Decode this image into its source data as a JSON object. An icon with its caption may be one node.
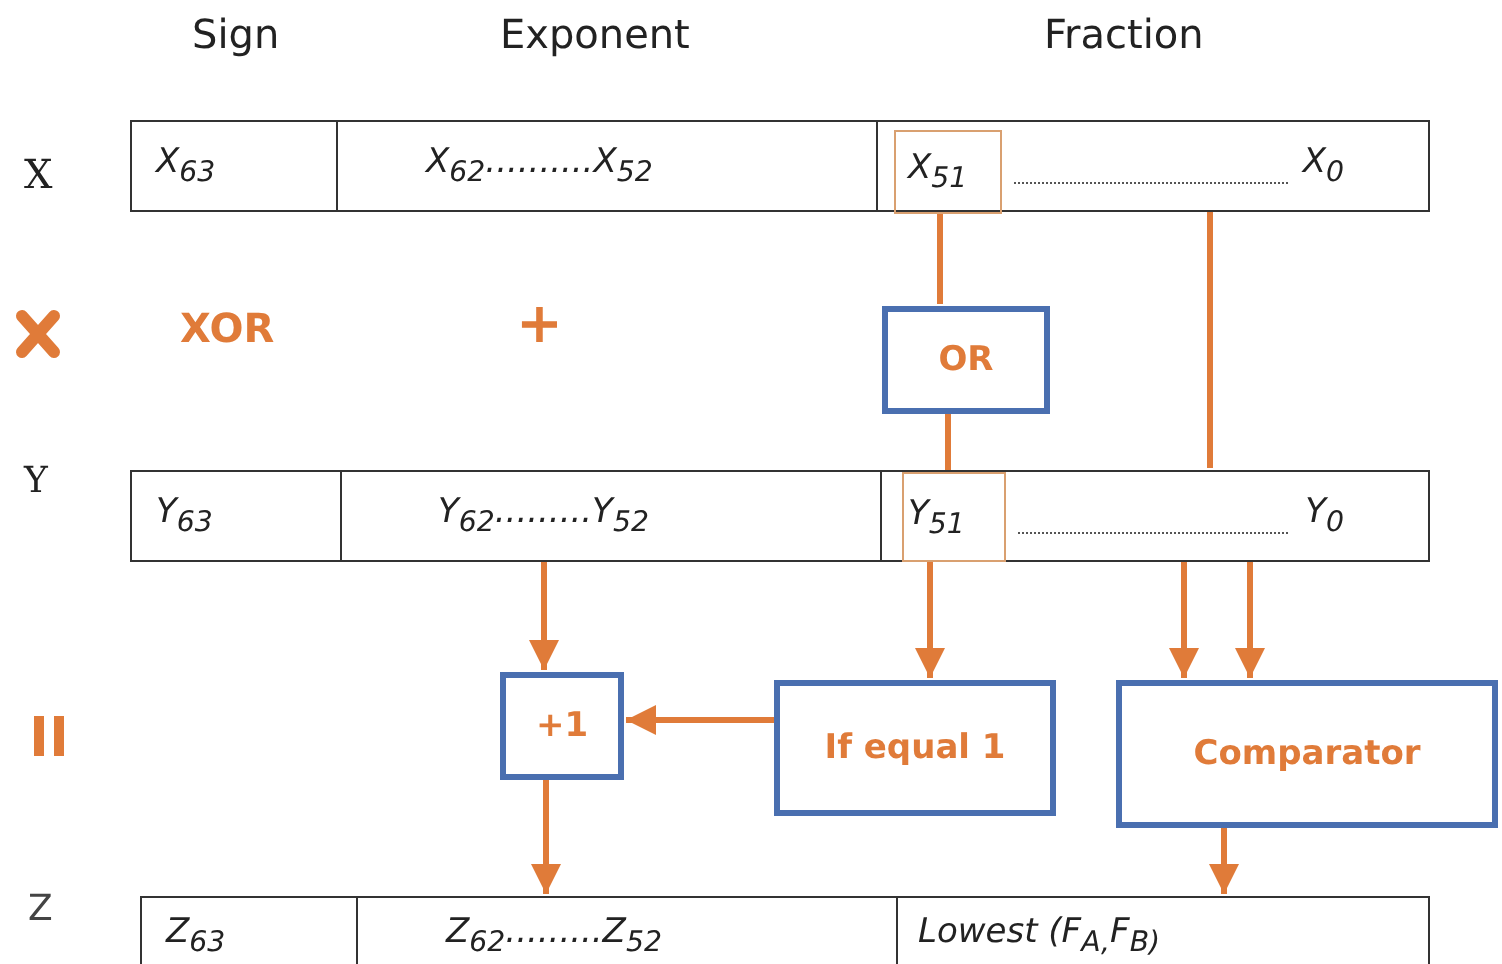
{
  "diagram": {
    "nodes": [
      {
        "text": [
          "X$_{63}$"
        ]
      },
      {
        "text": [
          "X$_{62}$..........X$_{52}$"
        ]
      },
      {
        "text": [
          "X$_{0}$"
        ]
      },
      {
        "text": [
          "X$_{51}$"
        ],
        "in": 2
      },
      {
        "text": [
          "OR"
        ]
      },
      {
        "text": [
          "Y$_{63}$"
        ]
      },
      {
        "text": [
          "Y$_{62}$.........Y$_{52}$"
        ]
      },
      {
        "text": [
          "Y$_{0}$"
        ]
      },
      {
        "text": [
          "Y$_{51}$"
        ],
        "in": 7
      },
      {
        "text": [
          "+1"
        ]
      },
      {
        "text": [
          "If equal 1"
        ]
      },
      {
        "text": [
          "Comparator"
        ]
      },
      {
        "text": [
          "Z$_{63}$"
        ]
      },
      {
        "text": [
          "Z$_{62}$.........Z$_{52}$"
        ]
      },
      {
        "text": [
          "Lowest (F$_{A,}$F$_{B)}$"
        ]
      }
    ],
    "edges": [
      {
        "from": 3,
        "to": 4,
        "arrow": "none"
      },
      {
        "from": 4,
        "to": 8,
        "arrow": "none"
      },
      {
        "from": 2,
        "to": 7,
        "arrow": "none"
      },
      {
        "from": 6,
        "to": 9,
        "arrow": "to"
      },
      {
        "from": 8,
        "to": 10,
        "arrow": "to"
      },
      {
        "from": 7,
        "to": 11,
        "arrow": "to"
      },
      {
        "from": 7,
        "to": 11,
        "arrow": "to"
      },
      {
        "from": 10,
        "to": 9,
        "arrow": "to"
      },
      {
        "from": 9,
        "to": 13,
        "arrow": "to"
      },
      {
        "from": 11,
        "to": 14,
        "arrow": "to"
      }
    ],
    "labels": [
      "Sign",
      "Exponent",
      "Fraction",
      "X",
      "XOR",
      "+",
      "Y",
      "Z"
    ]
  }
}
